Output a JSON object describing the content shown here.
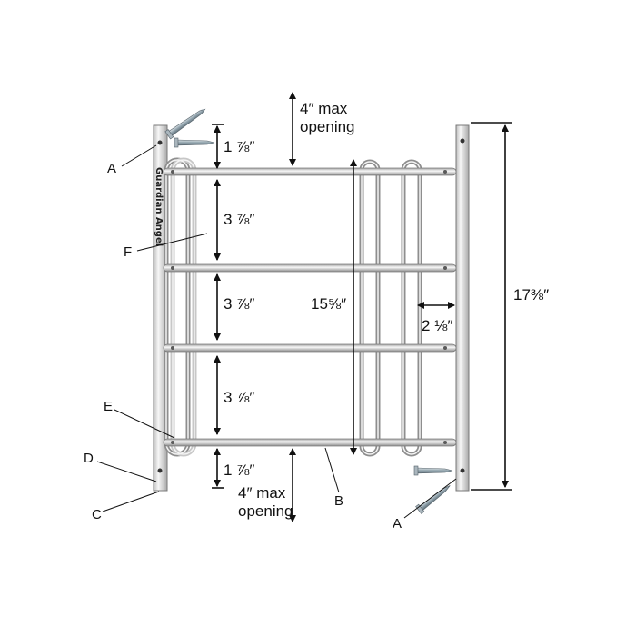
{
  "brand": "Guardian Angel",
  "top_opening": {
    "line1": "4″ max",
    "line2": "opening"
  },
  "bottom_opening": {
    "line1": "4″ max",
    "line2": "opening"
  },
  "dimensions": {
    "top_gap": "1 ⅞″",
    "gap_1": "3 ⅞″",
    "gap_2": "3 ⅞″",
    "gap_3": "3 ⅞″",
    "bottom_gap": "1 ⅞″",
    "inner_height": "15⅝″",
    "overlap": "2 ⅛″",
    "total_height": "17⅜″"
  },
  "callouts": {
    "a_top": "A",
    "a_bottom": "A",
    "b": "B",
    "c": "C",
    "d": "D",
    "e": "E",
    "f": "F"
  },
  "colors": {
    "metal_light": "#f4f4f4",
    "metal_mid": "#c9c9c9",
    "metal_dark": "#8e8e8e",
    "line": "#111111"
  }
}
